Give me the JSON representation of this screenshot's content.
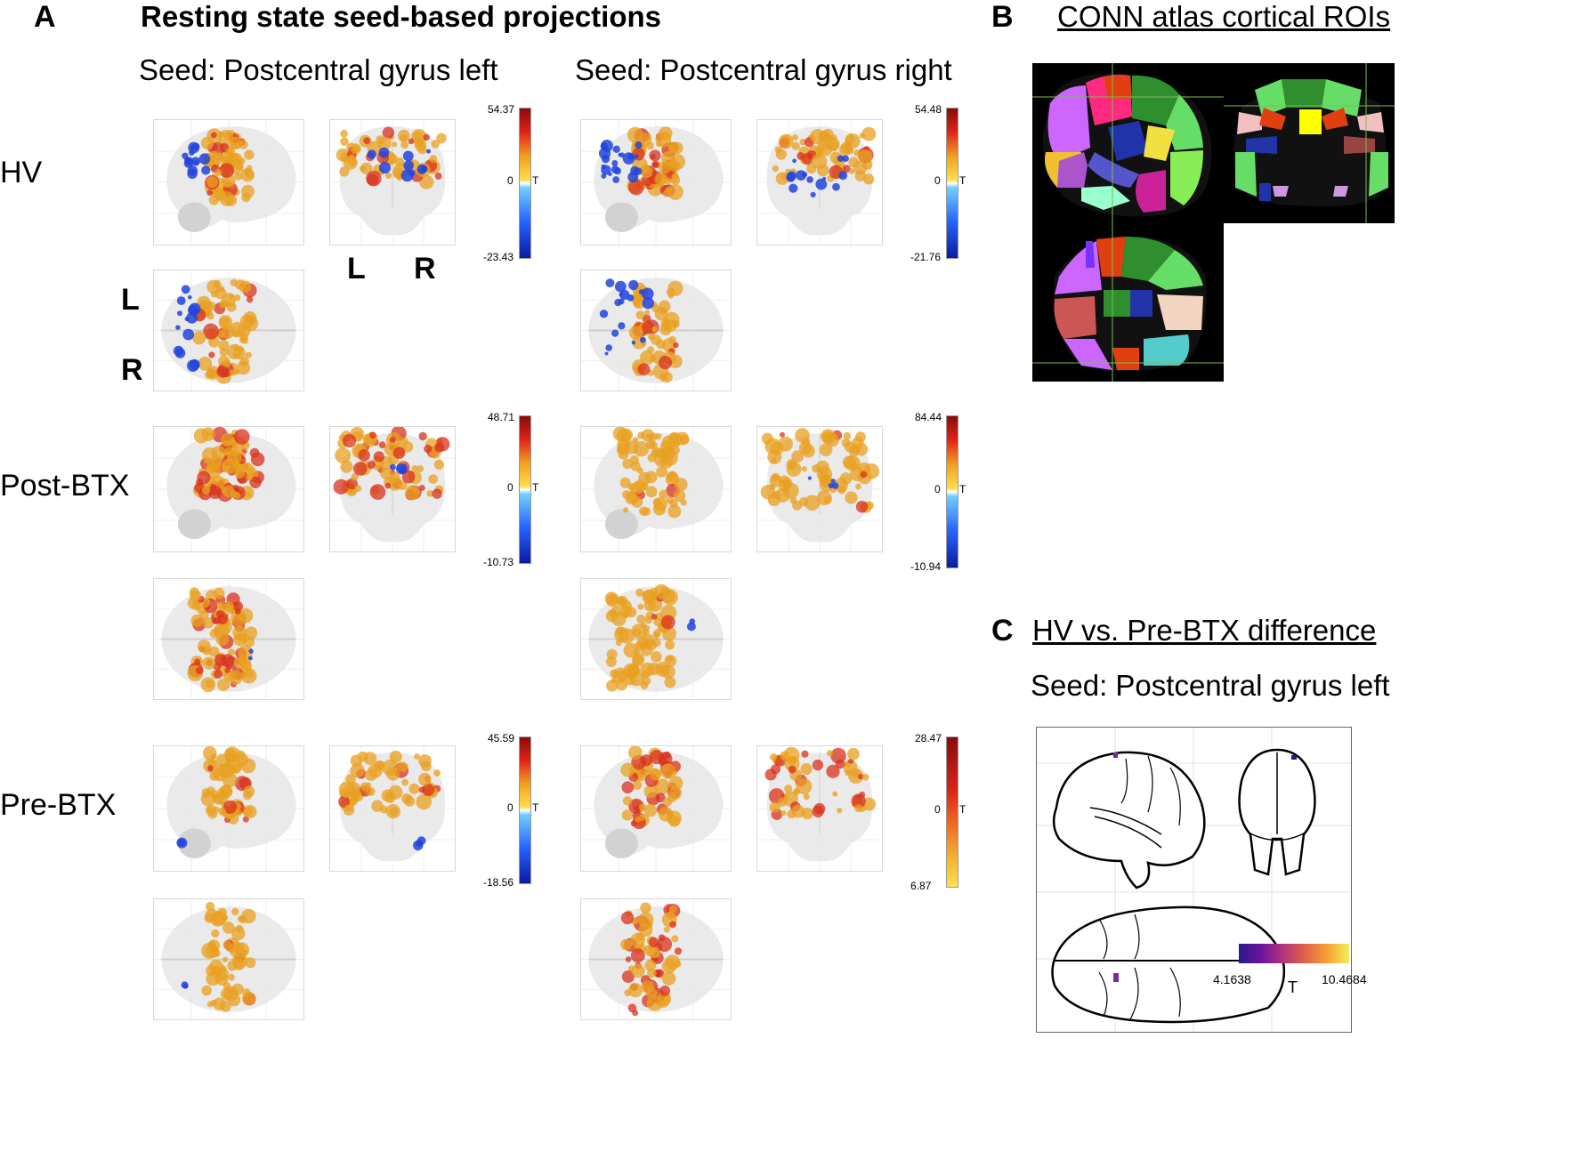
{
  "panelA": {
    "letter": "A",
    "title": "Resting state seed-based projections",
    "seed_left": "Seed: Postcentral gyrus left",
    "seed_right": "Seed: Postcentral gyrus right",
    "rows": [
      "HV",
      "Post-BTX",
      "Pre-BTX"
    ],
    "lr_labels": {
      "coronal_L": "L",
      "coronal_R": "R",
      "axial_L": "L",
      "axial_R": "R"
    },
    "colorbars": [
      {
        "max": "54.37",
        "zero": "0",
        "min": "-23.43",
        "t": "T"
      },
      {
        "max": "54.48",
        "zero": "0",
        "min": "-21.76",
        "t": "T"
      },
      {
        "max": "48.71",
        "zero": "0",
        "min": "-10.73",
        "t": "T"
      },
      {
        "max": "84.44",
        "zero": "0",
        "min": "-10.94",
        "t": "T"
      },
      {
        "max": "45.59",
        "zero": "0",
        "min": "-18.56",
        "t": "T"
      },
      {
        "max": "28.47",
        "zero": "0",
        "min": "6.87",
        "t": "T"
      }
    ]
  },
  "panelB": {
    "letter": "B",
    "title": "CONN atlas cortical ROIs"
  },
  "panelC": {
    "letter": "C",
    "title": "HV vs. Pre-BTX difference",
    "seed": "Seed: Postcentral gyrus left",
    "cbar_min": "4.1638",
    "cbar_max": "10.4684",
    "cbar_t": "T"
  },
  "colors": {
    "hot": "#e8a020",
    "red": "#d8321e",
    "blue": "#2244dd",
    "glass": "#e6e6e6"
  }
}
